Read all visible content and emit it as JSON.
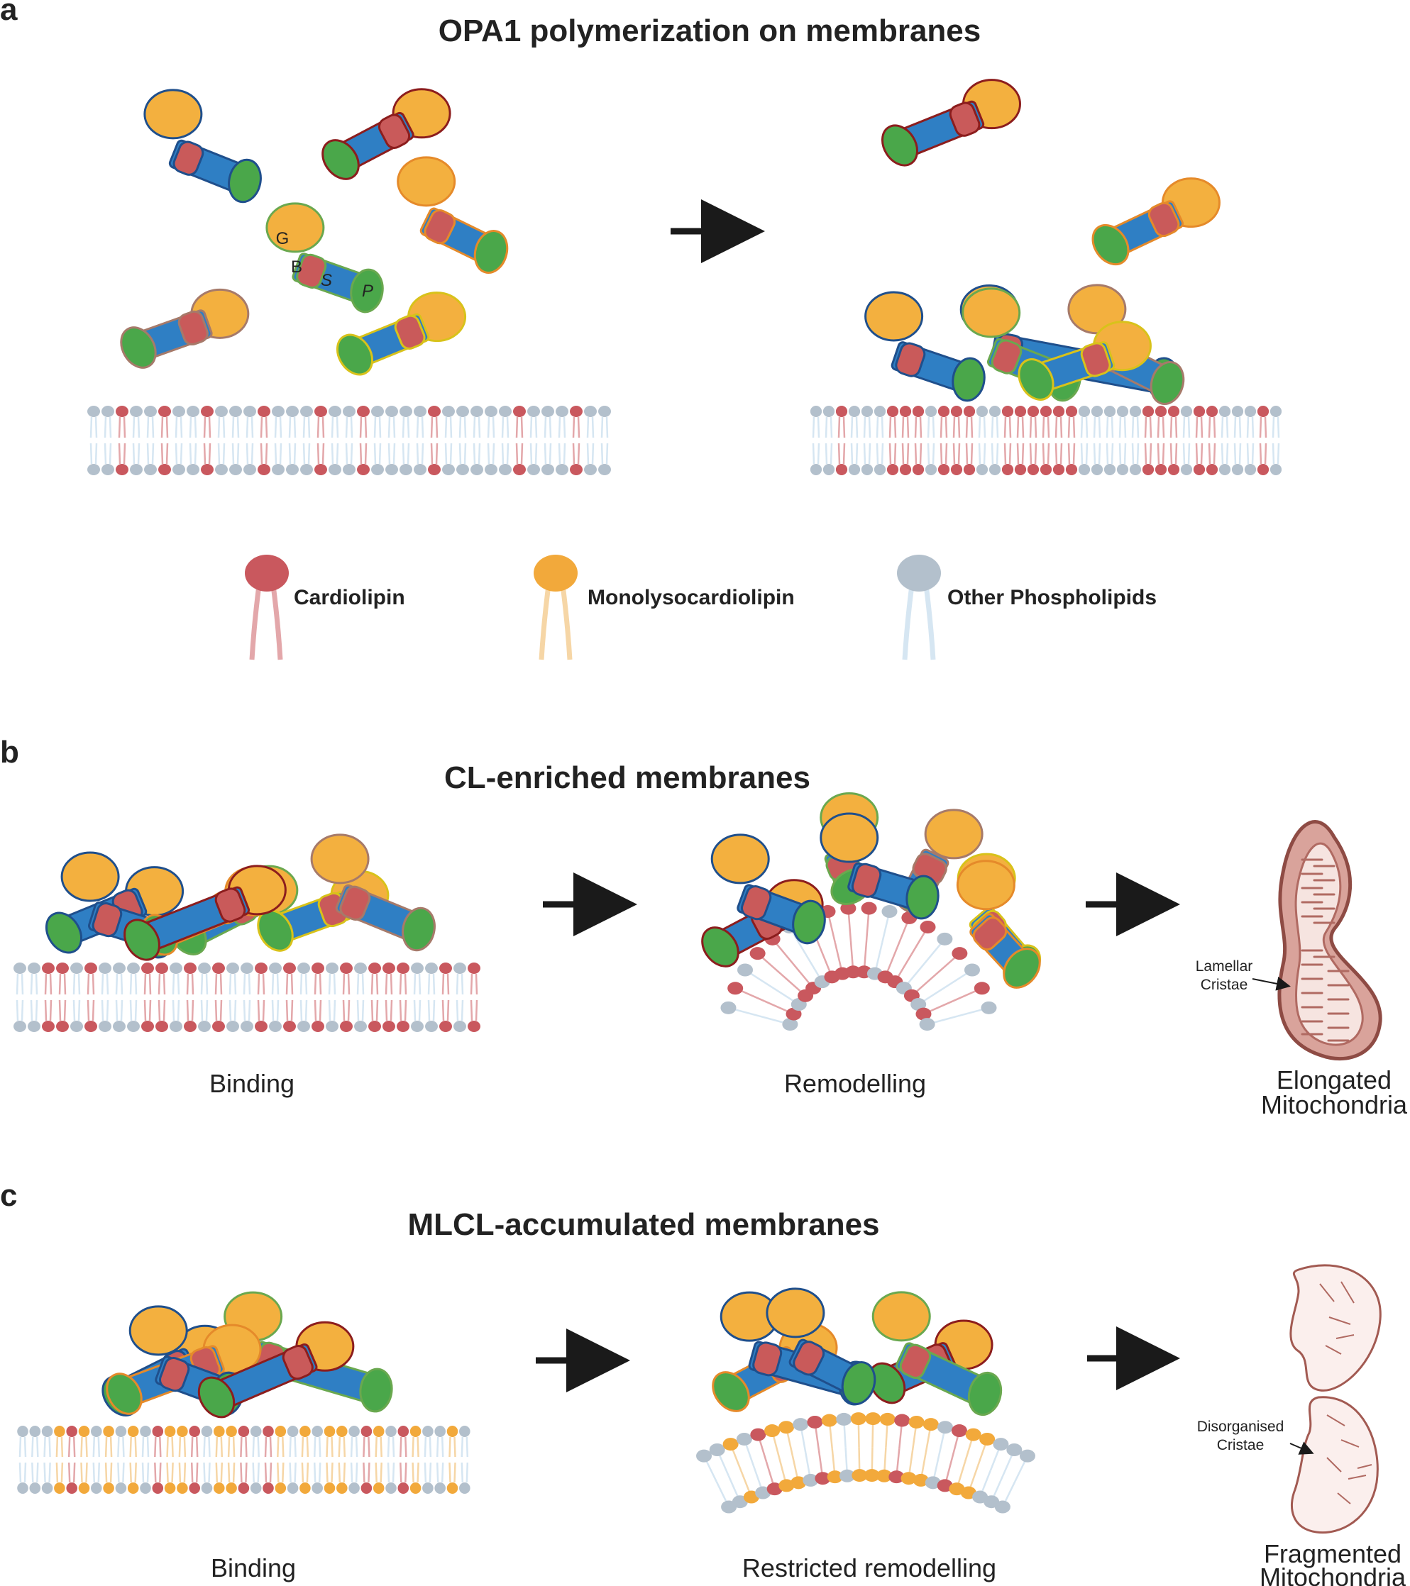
{
  "panels": {
    "a": {
      "letter": "a",
      "title": "OPA1 polymerization on membranes",
      "domains": {
        "g": "G",
        "b": "B",
        "s": "S",
        "p": "P"
      }
    },
    "b": {
      "letter": "b",
      "title": "CL-enriched membranes",
      "step1": "Binding",
      "step2": "Remodelling",
      "cristae_line1": "Lamellar",
      "cristae_line2": "Cristae",
      "outcome_line1": "Elongated",
      "outcome_line2": "Mitochondria"
    },
    "c": {
      "letter": "c",
      "title": "MLCL-accumulated membranes",
      "step1": "Binding",
      "step2": "Restricted remodelling",
      "cristae_line1": "Disorganised",
      "cristae_line2": "Cristae",
      "outcome_line1": "Fragmented",
      "outcome_line2": "Mitochondria"
    }
  },
  "legend": {
    "cardiolipin": "Cardiolipin",
    "mlcl": "Monolysocardiolipin",
    "other": "Other Phospholipids"
  },
  "colors": {
    "g_domain": "#f3b03f",
    "stalk": "#2f7fc4",
    "paddle": "#4aa74a",
    "bse": "#c95a5a",
    "cardiolipin": "#c9585e",
    "mlcl": "#f2a93b",
    "other_lipid": "#b3c0cc",
    "mito_fill": "#e7c2bc",
    "mito_stroke": "#a25a52"
  }
}
